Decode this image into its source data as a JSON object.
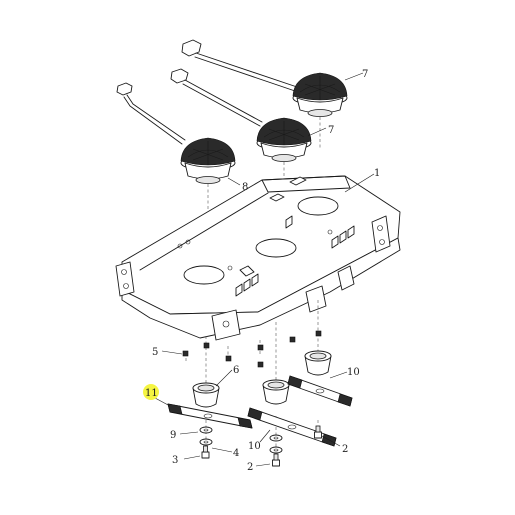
{
  "highlight_color": "#f5f542",
  "callouts": {
    "c1": "1",
    "c2a": "2",
    "c2b": "2",
    "c3": "3",
    "c4": "4",
    "c5": "5",
    "c6": "6",
    "c7a": "7",
    "c7b": "7",
    "c8": "8",
    "c9": "9",
    "c10a": "10",
    "c10b": "10",
    "c11": "11"
  }
}
